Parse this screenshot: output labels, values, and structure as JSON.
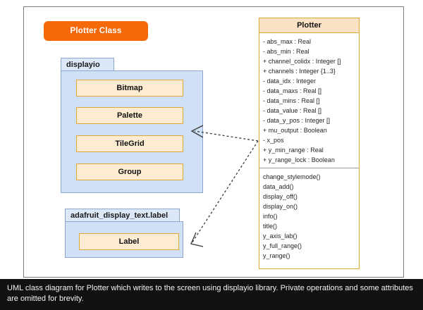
{
  "title_badge": {
    "label": "Plotter Class"
  },
  "packages": [
    {
      "name": "displayio",
      "classes": [
        {
          "name": "Bitmap"
        },
        {
          "name": "Palette"
        },
        {
          "name": "TileGrid"
        },
        {
          "name": "Group"
        }
      ]
    },
    {
      "name": "adafruit_display_text.label",
      "classes": [
        {
          "name": "Label"
        }
      ]
    }
  ],
  "plotter": {
    "name": "Plotter",
    "attributes": [
      "- abs_max : Real",
      "- abs_min : Real",
      "+ channel_colidx : Integer []",
      "+ channels : Integer {1..3}",
      "- data_idx : Integer",
      "- data_maxs : Real []",
      "- data_mins : Real []",
      "- data_value : Real []",
      "- data_y_pos : Integer []",
      "+ mu_output : Boolean",
      "- x_pos",
      "+ y_min_range : Real",
      "+ y_range_lock : Boolean"
    ],
    "operations": [
      "change_stylemode()",
      "data_add()",
      "display_off()",
      "display_on()",
      "info()",
      "title()",
      "y_axis_lab()",
      "y_full_range()",
      "y_range()"
    ]
  },
  "caption": {
    "text": "UML class diagram for Plotter which writes to the screen using displayio library. Private operations and some attributes are omitted for brevity."
  },
  "colors": {
    "badge_orange": "#f4690a",
    "package_blue": "#cfe0f7",
    "package_tab_blue": "#dce8f8",
    "package_border": "#8ba7cc",
    "class_fill": "#fdebd2",
    "class_border": "#e0a93b",
    "class_header_fill": "#fae3c4",
    "caption_bg": "#111111"
  }
}
